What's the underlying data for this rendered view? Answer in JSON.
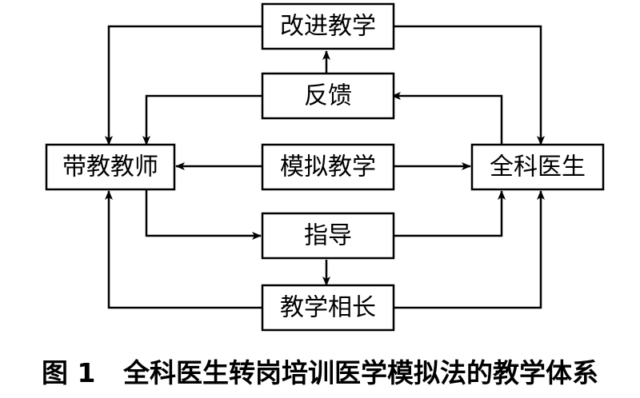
{
  "nodes": {
    "improve_teaching": "改进教学",
    "feedback": "反馈",
    "supervising_teacher": "带教教师",
    "simulated_teaching": "模拟教学",
    "general_practitioner": "全科医生",
    "guidance": "指导",
    "mutual_growth": "教学相长"
  },
  "caption": "图 1   全科医生转岗培训医学模拟法的教学体系",
  "edges": [
    {
      "from": "improve_teaching",
      "to": "supervising_teacher"
    },
    {
      "from": "improve_teaching",
      "to": "general_practitioner"
    },
    {
      "from": "feedback",
      "to": "improve_teaching"
    },
    {
      "from": "feedback",
      "to": "supervising_teacher"
    },
    {
      "from": "general_practitioner",
      "to": "feedback"
    },
    {
      "from": "simulated_teaching",
      "to": "supervising_teacher"
    },
    {
      "from": "simulated_teaching",
      "to": "general_practitioner"
    },
    {
      "from": "supervising_teacher",
      "to": "guidance"
    },
    {
      "from": "guidance",
      "to": "general_practitioner"
    },
    {
      "from": "guidance",
      "to": "mutual_growth"
    },
    {
      "from": "mutual_growth",
      "to": "supervising_teacher"
    },
    {
      "from": "mutual_growth",
      "to": "general_practitioner"
    }
  ]
}
